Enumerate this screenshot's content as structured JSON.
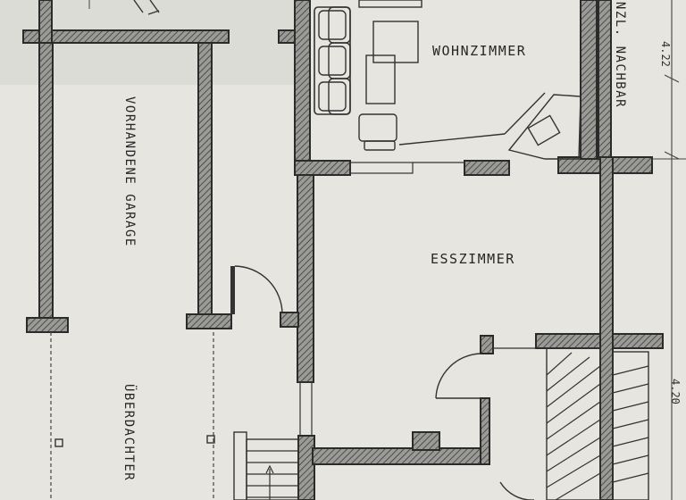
{
  "rooms": {
    "wohnzimmer": "WOHNZIMMER",
    "esszimmer": "ESSZIMMER",
    "garage": "VORHANDENE GARAGE",
    "ueberdacht": "ÜBERDACHTER",
    "nachbar": "ANZL. NACHBAR"
  },
  "dimensions": {
    "upper": "4.22",
    "lower": "4.20"
  }
}
